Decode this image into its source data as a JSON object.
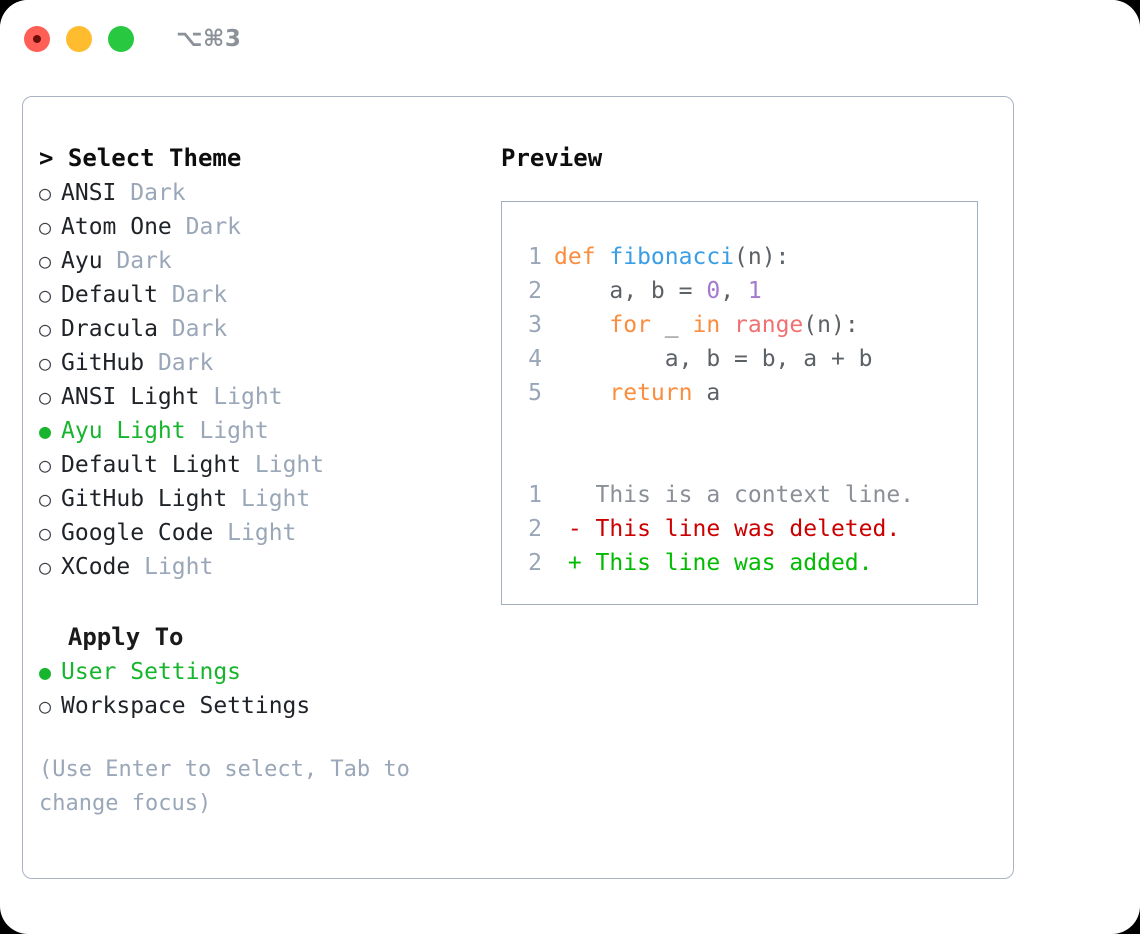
{
  "titlebar": {
    "lights": [
      {
        "name": "close",
        "color": "#ff5f57"
      },
      {
        "name": "minimize",
        "color": "#febc2e"
      },
      {
        "name": "maximize",
        "color": "#28c840"
      }
    ],
    "shortcut": "⌥⌘3"
  },
  "theme_section": {
    "heading": "> Select Theme",
    "items": [
      {
        "bullet": "○",
        "label": "ANSI",
        "tag": "Dark",
        "selected": false
      },
      {
        "bullet": "○",
        "label": "Atom One",
        "tag": "Dark",
        "selected": false
      },
      {
        "bullet": "○",
        "label": "Ayu",
        "tag": "Dark",
        "selected": false
      },
      {
        "bullet": "○",
        "label": "Default",
        "tag": "Dark",
        "selected": false
      },
      {
        "bullet": "○",
        "label": "Dracula",
        "tag": "Dark",
        "selected": false
      },
      {
        "bullet": "○",
        "label": "GitHub",
        "tag": "Dark",
        "selected": false
      },
      {
        "bullet": "○",
        "label": "ANSI Light",
        "tag": "Light",
        "selected": false
      },
      {
        "bullet": "●",
        "label": "Ayu Light",
        "tag": "Light",
        "selected": true
      },
      {
        "bullet": "○",
        "label": "Default Light",
        "tag": "Light",
        "selected": false
      },
      {
        "bullet": "○",
        "label": "GitHub Light",
        "tag": "Light",
        "selected": false
      },
      {
        "bullet": "○",
        "label": "Google Code",
        "tag": "Light",
        "selected": false
      },
      {
        "bullet": "○",
        "label": "XCode",
        "tag": "Light",
        "selected": false
      }
    ]
  },
  "apply_section": {
    "heading": "  Apply To",
    "items": [
      {
        "bullet": "●",
        "label": "User Settings",
        "selected": true
      },
      {
        "bullet": "○",
        "label": "Workspace Settings",
        "selected": false
      }
    ]
  },
  "hint": "(Use Enter to select, Tab to change focus)",
  "preview": {
    "heading": "Preview",
    "code_lines": [
      {
        "lineno": "1",
        "tokens": [
          {
            "text": "def ",
            "kind": "kw"
          },
          {
            "text": "fibonacci",
            "kind": "fn"
          },
          {
            "text": "(n):",
            "kind": "plain"
          }
        ]
      },
      {
        "lineno": "2",
        "tokens": [
          {
            "text": "    a, b = ",
            "kind": "plain"
          },
          {
            "text": "0",
            "kind": "num"
          },
          {
            "text": ", ",
            "kind": "plain"
          },
          {
            "text": "1",
            "kind": "num"
          }
        ]
      },
      {
        "lineno": "3",
        "tokens": [
          {
            "text": "    ",
            "kind": "plain"
          },
          {
            "text": "for",
            "kind": "kw"
          },
          {
            "text": " _ ",
            "kind": "plain"
          },
          {
            "text": "in",
            "kind": "kw"
          },
          {
            "text": " ",
            "kind": "plain"
          },
          {
            "text": "range",
            "kind": "fn2"
          },
          {
            "text": "(n):",
            "kind": "plain"
          }
        ]
      },
      {
        "lineno": "4",
        "tokens": [
          {
            "text": "        a, b = b, a + b",
            "kind": "plain"
          }
        ]
      },
      {
        "lineno": "5",
        "tokens": [
          {
            "text": "    ",
            "kind": "plain"
          },
          {
            "text": "return",
            "kind": "kw"
          },
          {
            "text": " a",
            "kind": "plain"
          }
        ]
      }
    ],
    "diff_lines": [
      {
        "lineno": "1",
        "marker": " ",
        "text": " This is a context line.",
        "kind": "ctx"
      },
      {
        "lineno": "2",
        "marker": "-",
        "text": " This line was deleted.",
        "kind": "del"
      },
      {
        "lineno": "2",
        "marker": "+",
        "text": " This line was added.",
        "kind": "add"
      }
    ]
  }
}
